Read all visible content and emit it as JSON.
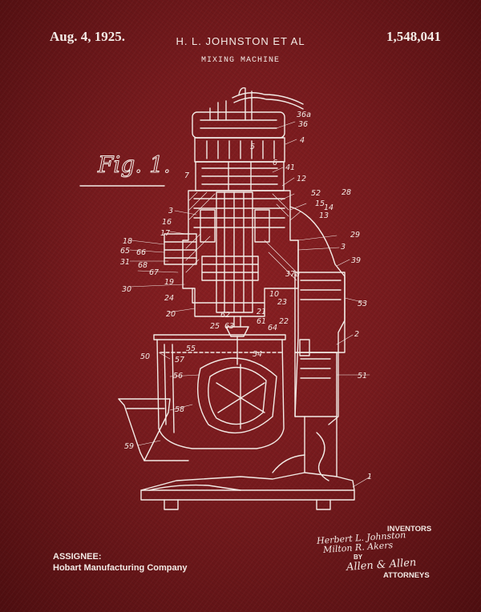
{
  "header": {
    "date": "Aug. 4, 1925.",
    "inventors": "H. L. JOHNSTON ET AL",
    "title": "MIXING MACHINE",
    "patent_number": "1,548,041"
  },
  "figure": {
    "label": "Fig. 1.",
    "reference_numerals": [
      "36a",
      "36",
      "4",
      "41",
      "12",
      "52",
      "28",
      "15",
      "14",
      "13",
      "3",
      "16",
      "17",
      "18",
      "65",
      "31",
      "66",
      "68",
      "67",
      "19",
      "30",
      "24",
      "20",
      "29",
      "3",
      "39",
      "37a",
      "10",
      "23",
      "53",
      "21",
      "62",
      "25",
      "63",
      "61",
      "64",
      "2",
      "22",
      "55",
      "50",
      "54",
      "57",
      "56",
      "51",
      "58",
      "59",
      "1",
      "5",
      "6",
      "7"
    ]
  },
  "footer": {
    "inventors_label": "INVENTORS",
    "signature_1": "Herbert L. Johnston",
    "signature_2": "Milton R. Akers",
    "by_label": "BY",
    "signature_3": "Allen & Allen",
    "attorneys_label": "ATTORNEYS",
    "assignee_label": "ASSIGNEE:",
    "assignee_name": "Hobart Manufacturing Company"
  },
  "colors": {
    "background": "#7a1a1d",
    "ink": "#f3ebe6"
  }
}
